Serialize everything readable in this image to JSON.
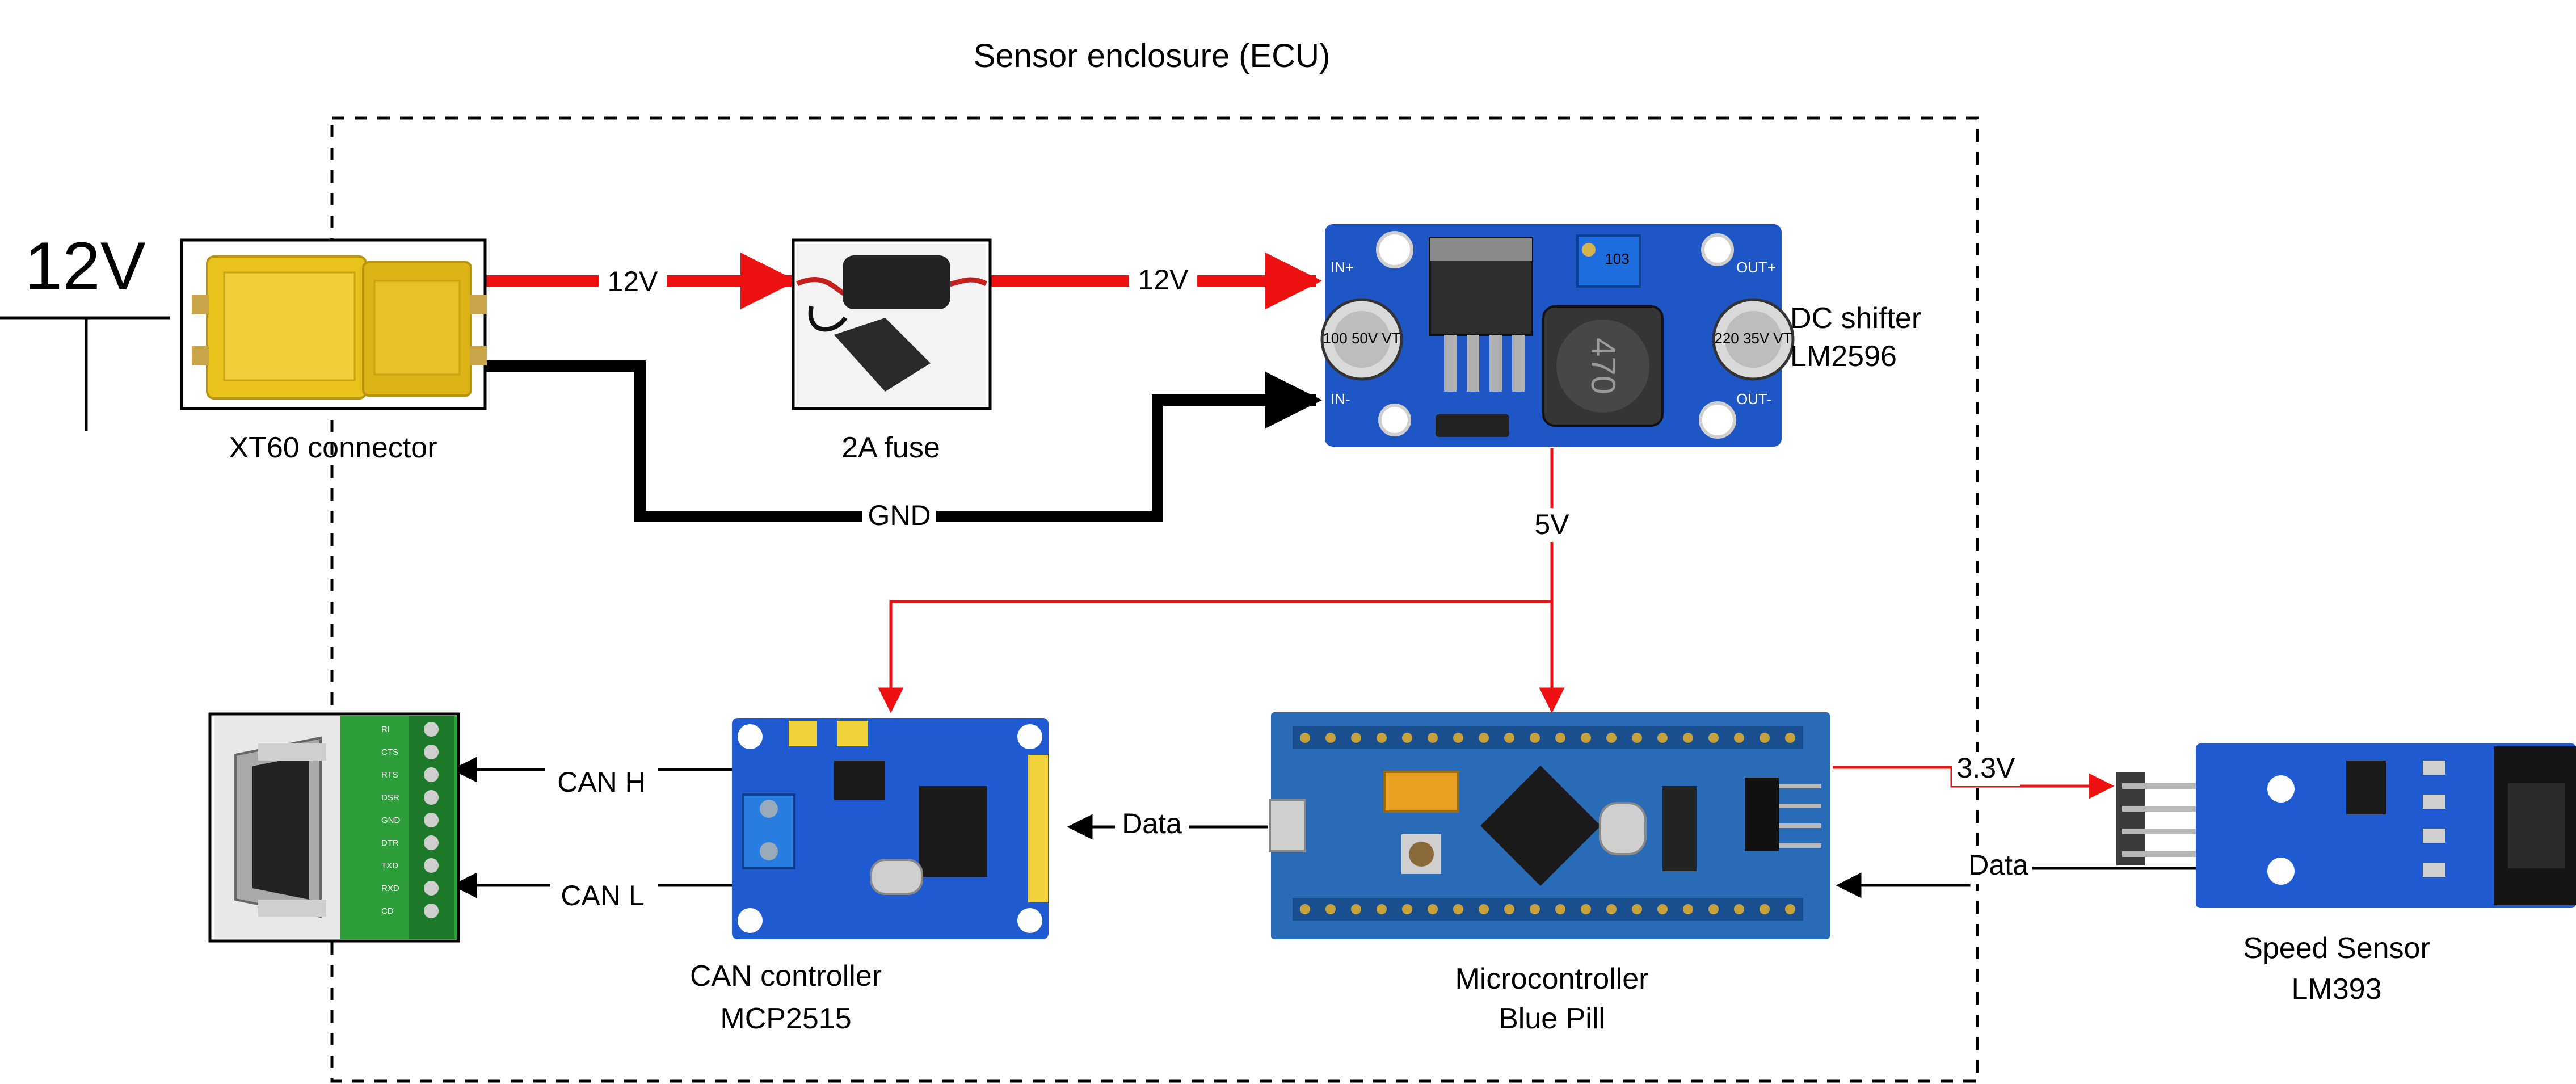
{
  "enclosure_title": "Sensor enclosure (ECU)",
  "supply_label": "12V",
  "components": {
    "xt60": {
      "label": "XT60 connector"
    },
    "fuse": {
      "label": "2A fuse"
    },
    "dc_shifter": {
      "label_line1": "DC shifter",
      "label_line2": "LM2596",
      "inductor_text": "470",
      "cap_left": "100 50V VT",
      "cap_right": "220 35V VT",
      "pot_text": "103"
    },
    "mcu": {
      "label_line1": "Microcontroller",
      "label_line2": "Blue Pill"
    },
    "can": {
      "label_line1": "CAN controller",
      "label_line2": "MCP2515"
    },
    "speed": {
      "label_line1": "Speed Sensor",
      "label_line2": "LM393"
    },
    "db9": {
      "pins": [
        "RI",
        "CTS",
        "RTS",
        "DSR",
        "GND",
        "DTR",
        "TXD",
        "RXD",
        "CD"
      ]
    }
  },
  "wires": {
    "xt60_to_fuse": "12V",
    "fuse_to_shifter": "12V",
    "ground": "GND",
    "shifter_to_bus": "5V",
    "mcu_to_speed": "3.3V",
    "speed_to_mcu": "Data",
    "mcu_to_can": "Data",
    "can_high": "CAN H",
    "can_low": "CAN L"
  },
  "colors": {
    "power": "#ee1111",
    "ground": "#000000",
    "pcb_blue": "#1f56c6",
    "connector_yellow": "#e9c31c",
    "terminal_green": "#2d9e3a"
  }
}
